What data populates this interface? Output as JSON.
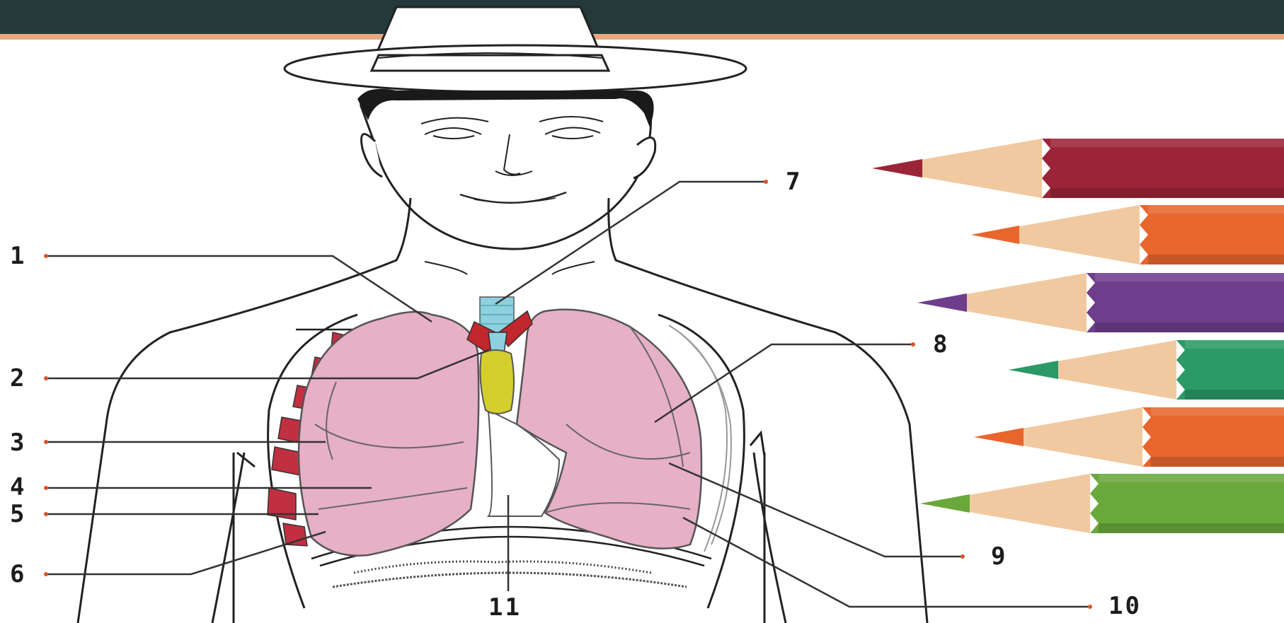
{
  "labels": {
    "l1": "1",
    "l2": "2",
    "l3": "3",
    "l4": "4",
    "l5": "5",
    "l6": "6",
    "l7": "7",
    "l8": "8",
    "l9": "9",
    "l10": "10",
    "l11": "11"
  },
  "pencils": [
    {
      "name": "dark-red",
      "color": "#9b2438"
    },
    {
      "name": "orange",
      "color": "#e8652e"
    },
    {
      "name": "purple",
      "color": "#6e3d8c"
    },
    {
      "name": "teal-green",
      "color": "#2b9a66"
    },
    {
      "name": "orange",
      "color": "#e8652e"
    },
    {
      "name": "green",
      "color": "#6aa83c"
    }
  ],
  "colors": {
    "header": "#23393a",
    "header_accent": "#e8a87b",
    "lung": "#e6b0c7",
    "trachea": "#8ed0e0",
    "thymus": "#d4cf2c",
    "vessels": "#c1272d",
    "ribs": "#c03040"
  }
}
